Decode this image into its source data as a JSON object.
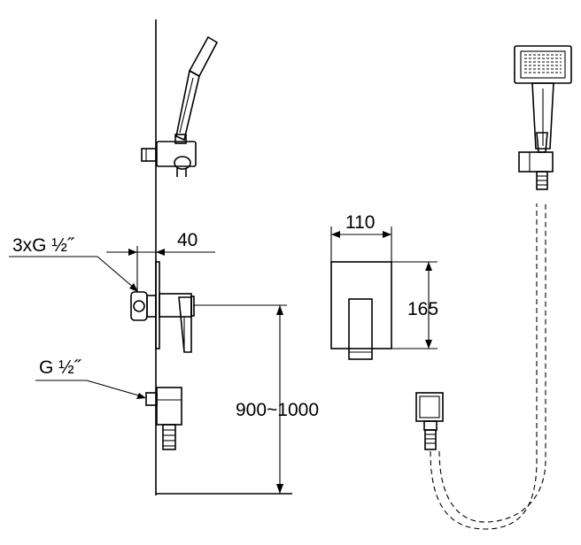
{
  "labels": {
    "inlet_thread_triple": "3xG ½˝",
    "outlet_thread": "G ½˝",
    "depth": "40",
    "plate_width": "110",
    "plate_height": "165",
    "mount_height": "900~1000"
  },
  "colors": {
    "line": "#000000",
    "background": "#ffffff"
  }
}
